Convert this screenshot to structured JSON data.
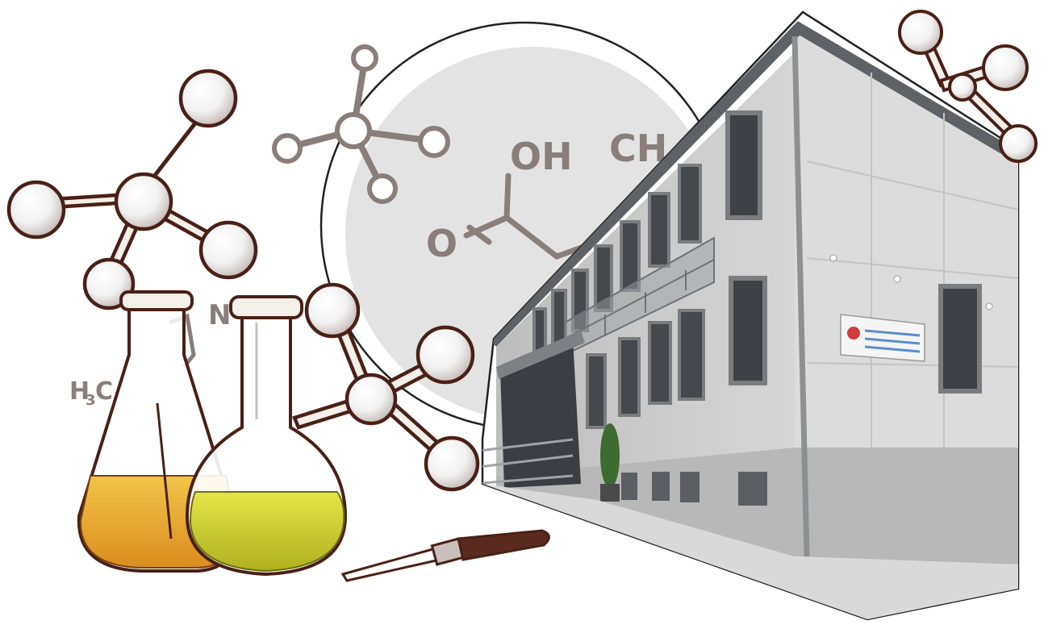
{
  "formulas": {
    "hydroxyl": "OH",
    "methyl_top": "CH",
    "oxygen": "O",
    "methyl_left": "H",
    "methyl_left_sub": "3",
    "methyl_left_c": "C",
    "nitrogen_fragment": "N"
  },
  "colors": {
    "ink": "#5a2a20",
    "formula_gray": "#8a7e7a",
    "circle_fill": "#e3e3e3",
    "facade": "#dcdcdc",
    "plinth": "#b8b8b8",
    "window_frame": "#6e6e6e",
    "liquid_amber": "#e6a72c",
    "liquid_yellow": "#c8cc2a"
  },
  "icons": {
    "molecule_large": "molecule-ball-stick-icon",
    "molecule_small": "molecule-gray-icon",
    "flask_conical": "erlenmeyer-flask-icon",
    "flask_round": "round-bottom-flask-icon",
    "dropper": "pipette-icon",
    "building": "laboratory-building-icon",
    "sign": "institution-sign-icon"
  }
}
